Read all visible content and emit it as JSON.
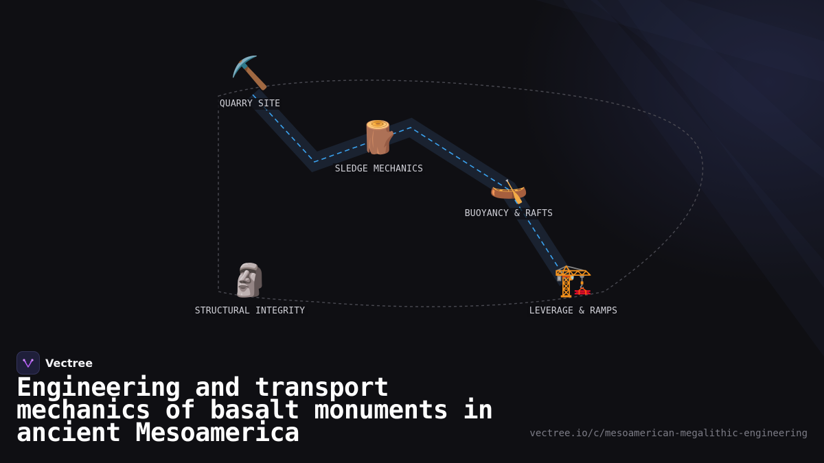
{
  "diagram": {
    "nodes": [
      {
        "id": "quarry",
        "label": "QUARRY SITE",
        "icon": "pickaxe-icon",
        "glyph": "⛏️"
      },
      {
        "id": "sledge",
        "label": "SLEDGE MECHANICS",
        "icon": "log-icon",
        "glyph": "🪵"
      },
      {
        "id": "buoyancy",
        "label": "BUOYANCY & RAFTS",
        "icon": "canoe-icon",
        "glyph": "🛶"
      },
      {
        "id": "leverage",
        "label": "LEVERAGE & RAMPS",
        "icon": "crane-icon",
        "glyph": "🏗️"
      },
      {
        "id": "structural",
        "label": "STRUCTURAL INTEGRITY",
        "icon": "moai-icon",
        "glyph": "🗿"
      }
    ],
    "path_color": "#3ba3f0",
    "band_color": "#1a2230",
    "loop_color": "#4a4a52"
  },
  "brand": {
    "name": "Vectree",
    "logo_color": "#b15cf0"
  },
  "title": "Engineering and transport mechanics of basalt monuments in ancient Mesoamerica",
  "url": "vectree.io/c/mesoamerican-megalithic-engineering"
}
